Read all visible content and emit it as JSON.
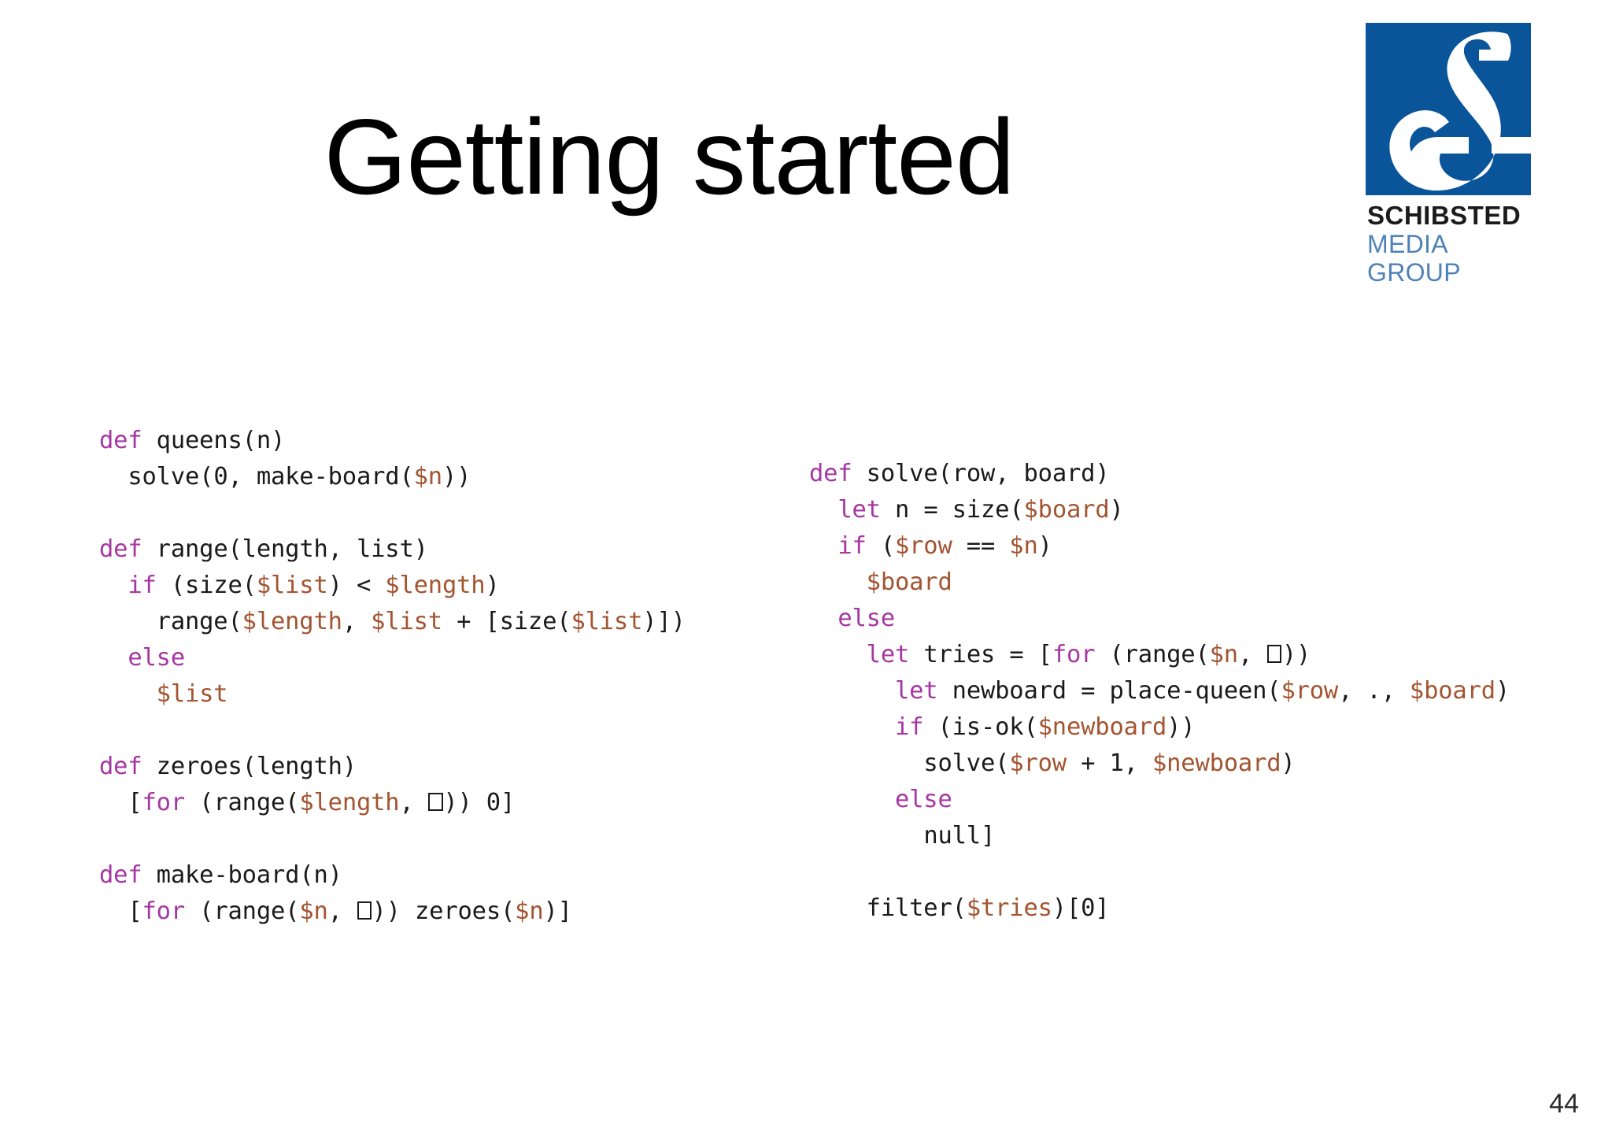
{
  "slide": {
    "title": "Getting started",
    "page_number": "44"
  },
  "logo": {
    "name": "schibsted-logo",
    "wordmark_main": "SCHIBSTED",
    "wordmark_sub": "MEDIA GROUP",
    "square_color": "#0A549A",
    "mark_color": "#FFFFFF",
    "sub_color": "#4E82B8",
    "main_color": "#1B1B1B"
  },
  "code": {
    "syntax_colors": {
      "keyword": "#A637A2",
      "variable": "#A35430",
      "plain": "#1A1A1A",
      "background": "#FFFFFF"
    },
    "left_column": [
      "def queens(n)",
      "  solve(0, make-board($n))",
      "",
      "def range(length, list)",
      "  if (size($list) < $length)",
      "    range($length, $list + [size($list)])",
      "  else",
      "    $list",
      "",
      "def zeroes(length)",
      "  [for (range($length, □)) 0]",
      "",
      "def make-board(n)",
      "  [for (range($n, □)) zeroes($n)]"
    ],
    "right_column": [
      "def solve(row, board)",
      "  let n = size($board)",
      "  if ($row == $n)",
      "    $board",
      "  else",
      "    let tries = [for (range($n, □))",
      "      let newboard = place-queen($row, ., $board)",
      "      if (is-ok($newboard))",
      "        solve($row + 1, $newboard)",
      "      else",
      "        null]",
      "",
      "    filter($tries)[0]"
    ]
  }
}
